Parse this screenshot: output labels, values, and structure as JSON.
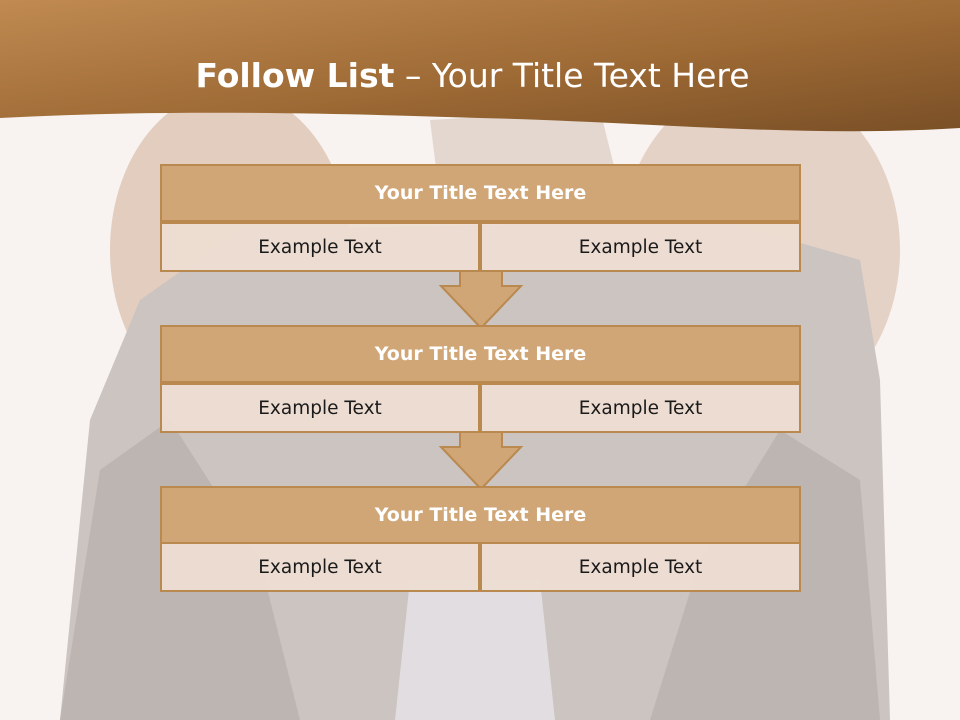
{
  "slide": {
    "title_bold": "Follow List",
    "title_rest": " – Your Title Text Here"
  },
  "steps": [
    {
      "title": "Your Title Text Here",
      "left": "Example Text",
      "right": "Example Text"
    },
    {
      "title": "Your Title Text Here",
      "left": "Example Text",
      "right": "Example Text"
    },
    {
      "title": "Your Title Text Here",
      "left": "Example Text",
      "right": "Example Text"
    }
  ],
  "colors": {
    "banner_dark": "#7a5026",
    "banner_light": "#c08a52",
    "box_fill": "#d0a677",
    "box_border": "#b9894f",
    "cell_fill": "#eeded2",
    "background": "#f7f1ee"
  }
}
